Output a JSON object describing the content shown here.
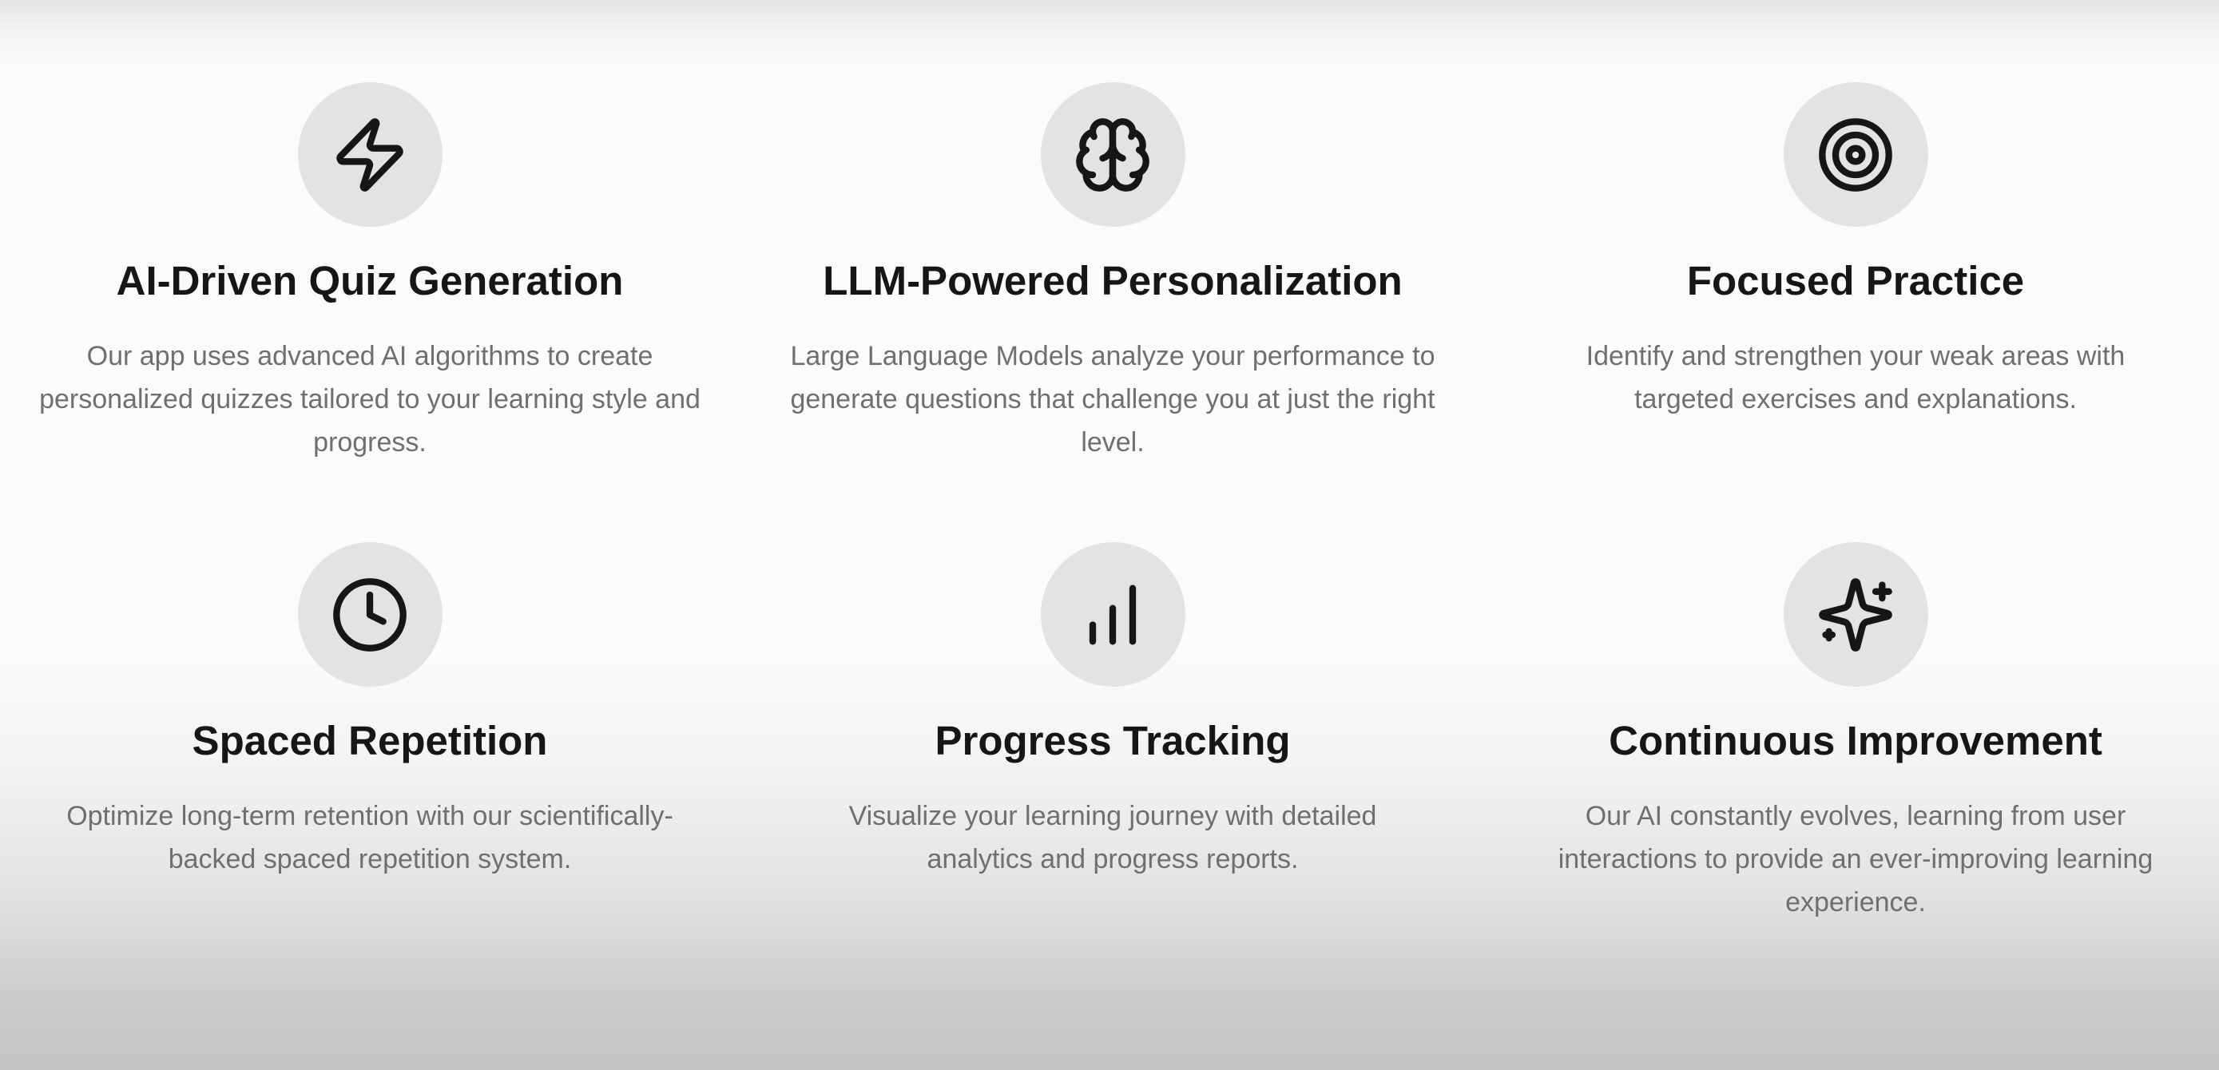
{
  "features": [
    {
      "icon": "lightning-icon",
      "title": "AI-Driven Quiz Generation",
      "description": "Our app uses advanced AI algorithms to create personalized quizzes tailored to your learning style and progress."
    },
    {
      "icon": "brain-icon",
      "title": "LLM-Powered Personalization",
      "description": "Large Language Models analyze your performance to generate questions that challenge you at just the right level."
    },
    {
      "icon": "target-icon",
      "title": "Focused Practice",
      "description": "Identify and strengthen your weak areas with targeted exercises and explanations."
    },
    {
      "icon": "clock-icon",
      "title": "Spaced Repetition",
      "description": "Optimize long-term retention with our scientifically-backed spaced repetition system."
    },
    {
      "icon": "bar-chart-icon",
      "title": "Progress Tracking",
      "description": "Visualize your learning journey with detailed analytics and progress reports."
    },
    {
      "icon": "sparkles-icon",
      "title": "Continuous Improvement",
      "description": "Our AI constantly evolves, learning from user interactions to provide an ever-improving learning experience."
    }
  ]
}
